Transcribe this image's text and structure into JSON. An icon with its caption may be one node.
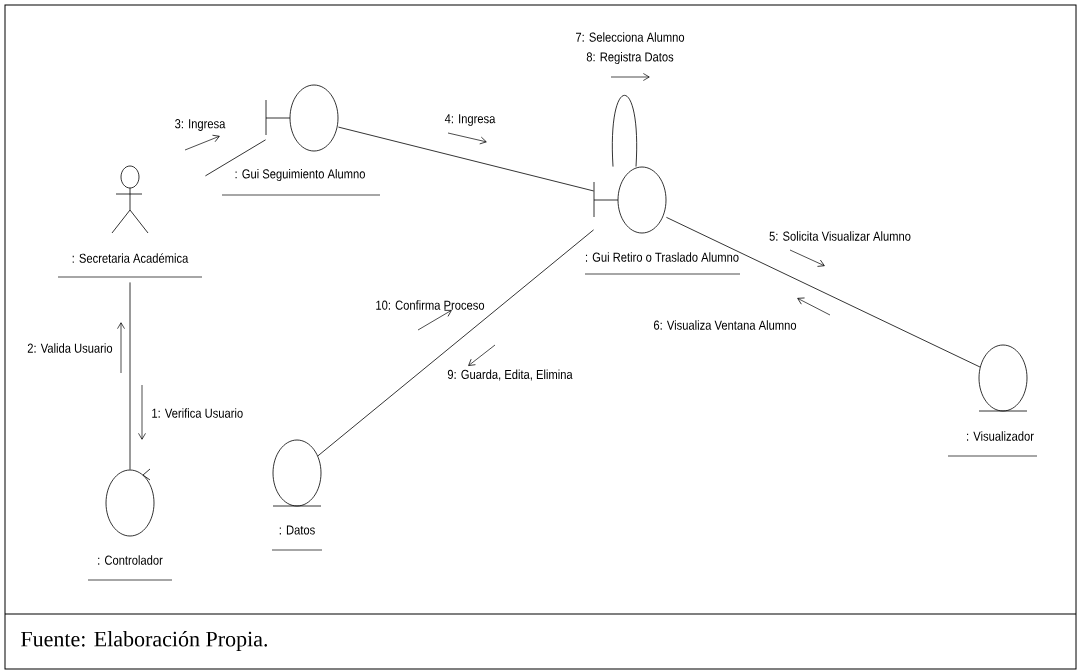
{
  "diagram": {
    "caption": "Fuente: Elaboración Propia.",
    "nodes": [
      {
        "text": [
          ": Gui Seguimiento Alumno"
        ]
      },
      {
        "text": [
          ": Secretaria Académica"
        ]
      },
      {
        "text": [
          ": Gui Retiro o Traslado Alumno"
        ]
      },
      {
        "text": [
          ": Visualizador"
        ]
      },
      {
        "text": [
          ": Datos"
        ]
      },
      {
        "text": [
          ": Controlador"
        ]
      }
    ],
    "edges": [
      {
        "from": 1,
        "to": 0,
        "arrow": "none",
        "label": "3: Ingresa"
      },
      {
        "from": 0,
        "to": 2,
        "arrow": "none",
        "label": "4: Ingresa"
      },
      {
        "from": 2,
        "to": 2,
        "arrow": "none",
        "label": "7: Selecciona Alumno"
      },
      {
        "from": 2,
        "to": 3,
        "arrow": "none",
        "label": "5: Solicita Visualizar Alumno"
      },
      {
        "from": 2,
        "to": 4,
        "arrow": "none",
        "label": "9: Guarda, Edita, Elimina"
      },
      {
        "from": 1,
        "to": 5,
        "arrow": "none",
        "label": "1: Verifica Usuario"
      }
    ],
    "labels": [
      "8: Registra Datos",
      "6: Visualiza Ventana Alumno",
      "10: Confirma Proceso",
      "2: Valida Usuario"
    ]
  }
}
